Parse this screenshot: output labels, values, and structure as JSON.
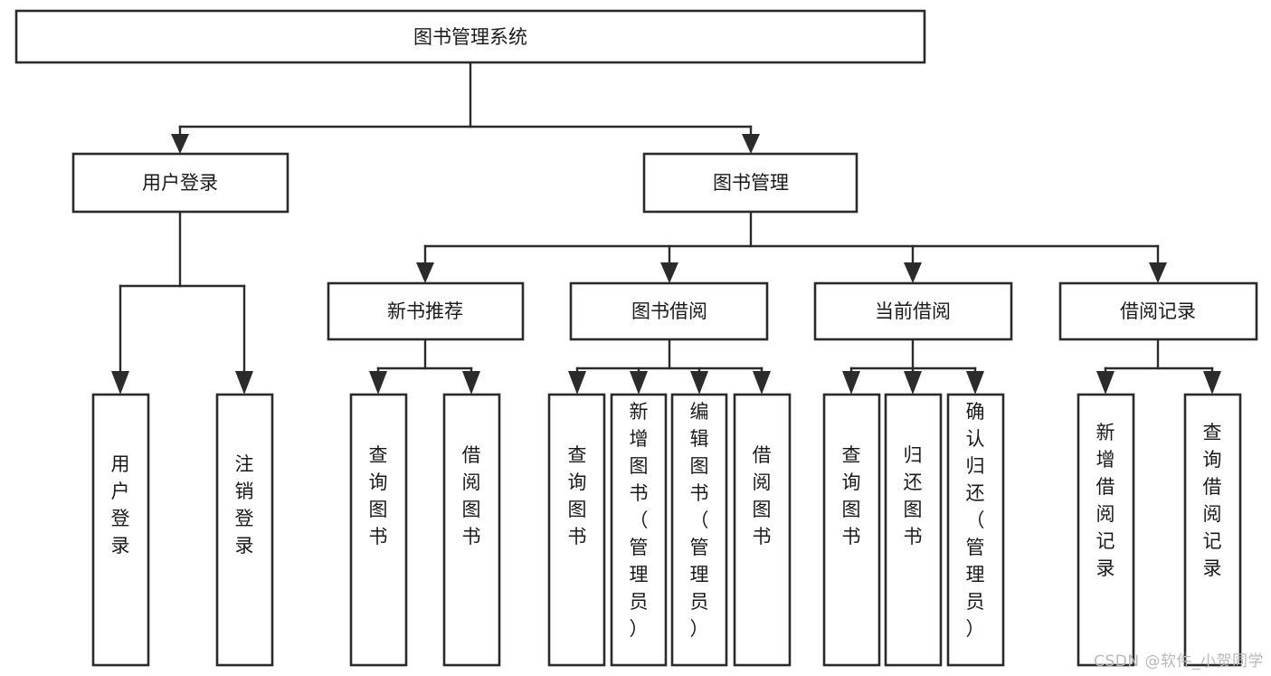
{
  "diagram": {
    "type": "tree",
    "title": "图书管理系统",
    "watermark": "CSDN @软件_小贺同学",
    "colors": {
      "box_stroke": "#2b2b2b",
      "box_fill": "#ffffff",
      "connector": "#2b2b2b",
      "text": "#1a1a1a",
      "watermark": "#b9b9b9",
      "background": "#ffffff"
    },
    "root": {
      "label": "图书管理系统"
    },
    "level2": [
      {
        "label": "用户登录"
      },
      {
        "label": "图书管理"
      }
    ],
    "level3": [
      {
        "label": "新书推荐"
      },
      {
        "label": "图书借阅"
      },
      {
        "label": "当前借阅"
      },
      {
        "label": "借阅记录"
      }
    ],
    "leaves": {
      "user_login": [
        {
          "label": "用户登录"
        },
        {
          "label": "注销登录"
        }
      ],
      "new_book": [
        {
          "label": "查询图书"
        },
        {
          "label": "借阅图书"
        }
      ],
      "book_borrow": [
        {
          "label": "查询图书"
        },
        {
          "label": "新增图书（管理员）"
        },
        {
          "label": "编辑图书（管理员）"
        },
        {
          "label": "借阅图书"
        }
      ],
      "current_borrow": [
        {
          "label": "查询图书"
        },
        {
          "label": "归还图书"
        },
        {
          "label": "确认归还（管理员）"
        }
      ],
      "borrow_record": [
        {
          "label": "新增借阅记录"
        },
        {
          "label": "查询借阅记录"
        }
      ]
    }
  }
}
